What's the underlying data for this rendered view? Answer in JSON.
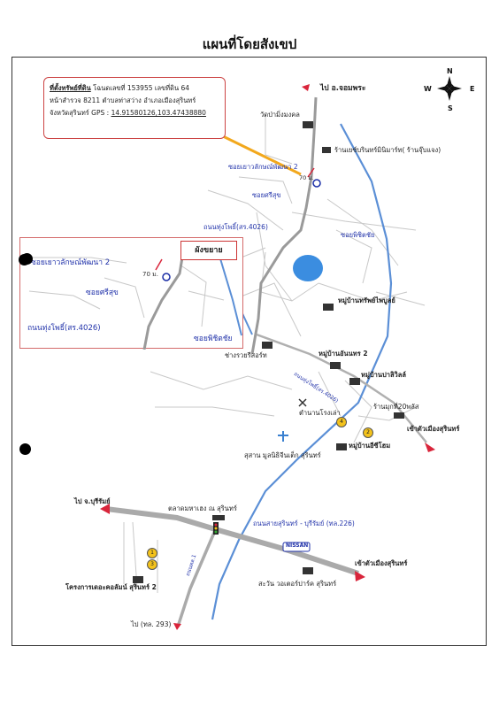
{
  "title": "แผนที่โดยสังเขป",
  "info": {
    "heading": "ที่ตั้งทรัพย์ที่ดิน",
    "line1_rest": " โฉนดเลขที่ 153955 เลขที่ดิน 64",
    "line2": "หน้าสำรวจ 8211 ตำบลท่าสว่าง อำเภอเมืองสุรินทร์",
    "line3_prefix": "จังหวัดสุรินทร์ GPS : ",
    "gps": "14.91580126,103.47438880"
  },
  "compass": {
    "n": "N",
    "s": "S",
    "e": "E",
    "w": "W"
  },
  "labels": {
    "to_chom_phra": "ไป อ.จอมพระ",
    "wat": "วัดป่ามิ่งมงคล",
    "shop_top": "ร้านเยซ์บรินทร์มินิมาร์ท( ร้านจุ๊บแจง)",
    "soi_yao": "ซอยเยาวลักษณ์พัฒนา 2",
    "dist": "70 ม.",
    "soi_sri": "ซอยศรีสุข",
    "road_thung": "ถนนทุ่งโพธิ์(สร.4026)",
    "soi_phi": "ซอยพิชิตชัย",
    "vil_sap": "หมู่บ้านทรัพย์ไพบูลย์",
    "chang": "ช่างรวยรีสอร์ท",
    "vil_an": "หมู่บ้านอันนทร 2",
    "vil_pari": "หมู่บ้านปาลิวิลล์",
    "road_diag": "ถนนทุ่งโพธิ์(สร.4026)",
    "shop_20": "ร้านมุกที่20พลัส",
    "to_city_1": "เข้าตัวเมืองสุรินทร์",
    "school": "ตำนานโรงเล่า",
    "foundation": "สุสาน มูลนิธิจีนเต็ก สุรินทร์",
    "vil_home": "หมู่บ้านอีซีโฮม",
    "to_buriram": "ไป จ.บุรีรัมย์",
    "market": "ตลาดมหาเฮง ณ สุรินทร์",
    "road_226": "ถนนสายสุรินทร์ - บุรีรัมย์ (ทล.226)",
    "nissan": "NISSAN",
    "to_city_2": "เข้าตัวเมืองสุรินทร์",
    "waterpark": "สะวัน วอเตอร์ปาร์ค สุรินทร์",
    "project": "โครงการเดอะคอลัมน์ สุรินทร์ 2",
    "to_293": "ไป (ทล. 293)",
    "road_left": "ถนนทล.1"
  },
  "inset": {
    "tag": "ผังขยาย",
    "soi_yao": "ซอยเยาวลักษณ์พัฒนา 2",
    "dist": "70 ม.",
    "soi_sri": "ซอยศรีสุข",
    "road_thung": "ถนนทุ่งโพธิ์(สร.4026)",
    "soi_phi": "ซอยพิชิตชัย"
  },
  "markers": {
    "m1": "1",
    "m2": "2",
    "m3": "3",
    "m4": "4"
  },
  "colors": {
    "river": "#5b8fd6",
    "road_main": "#a8a8a8",
    "road_minor": "#c8c8c8",
    "pond": "#3b8de0",
    "arrow": "#d9253b",
    "highlight": "#f2a81d"
  }
}
